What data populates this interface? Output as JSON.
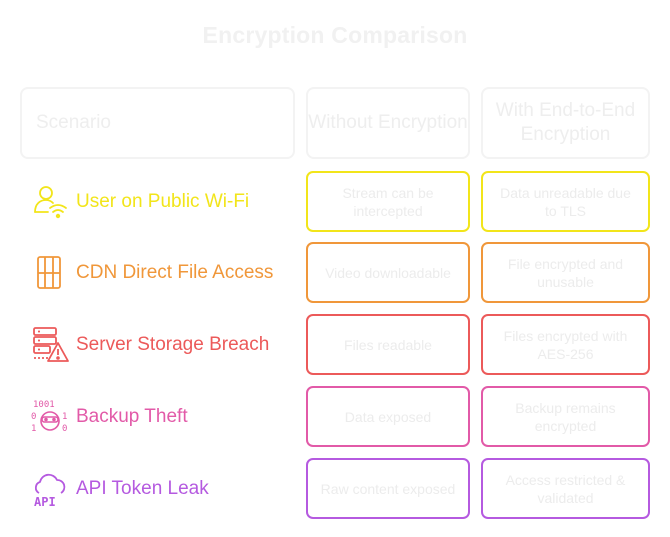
{
  "title": "Encryption Comparison",
  "headers": {
    "scenario": "Scenario",
    "without": "Without Encryption",
    "with": "With End-to-End Encryption"
  },
  "rows": [
    {
      "label": "User on Public Wi-Fi",
      "icon": "user-wifi-icon",
      "color": "#f2e51a",
      "without": "Stream can be intercepted",
      "with": "Data unreadable due to TLS"
    },
    {
      "label": "CDN Direct File Access",
      "icon": "file-stack-icon",
      "color": "#f0973a",
      "without": "Video downloadable",
      "with": "File encrypted and unusable"
    },
    {
      "label": "Server Storage Breach",
      "icon": "server-warning-icon",
      "color": "#ec5a5a",
      "without": "Files readable",
      "with": "Files encrypted with AES-256"
    },
    {
      "label": "Backup Theft",
      "icon": "binary-thief-icon",
      "color": "#e25aa8",
      "without": "Data exposed",
      "with": "Backup remains encrypted"
    },
    {
      "label": "API Token Leak",
      "icon": "cloud-api-icon",
      "color": "#b55ae0",
      "without": "Raw content exposed",
      "with": "Access restricted & validated"
    }
  ]
}
